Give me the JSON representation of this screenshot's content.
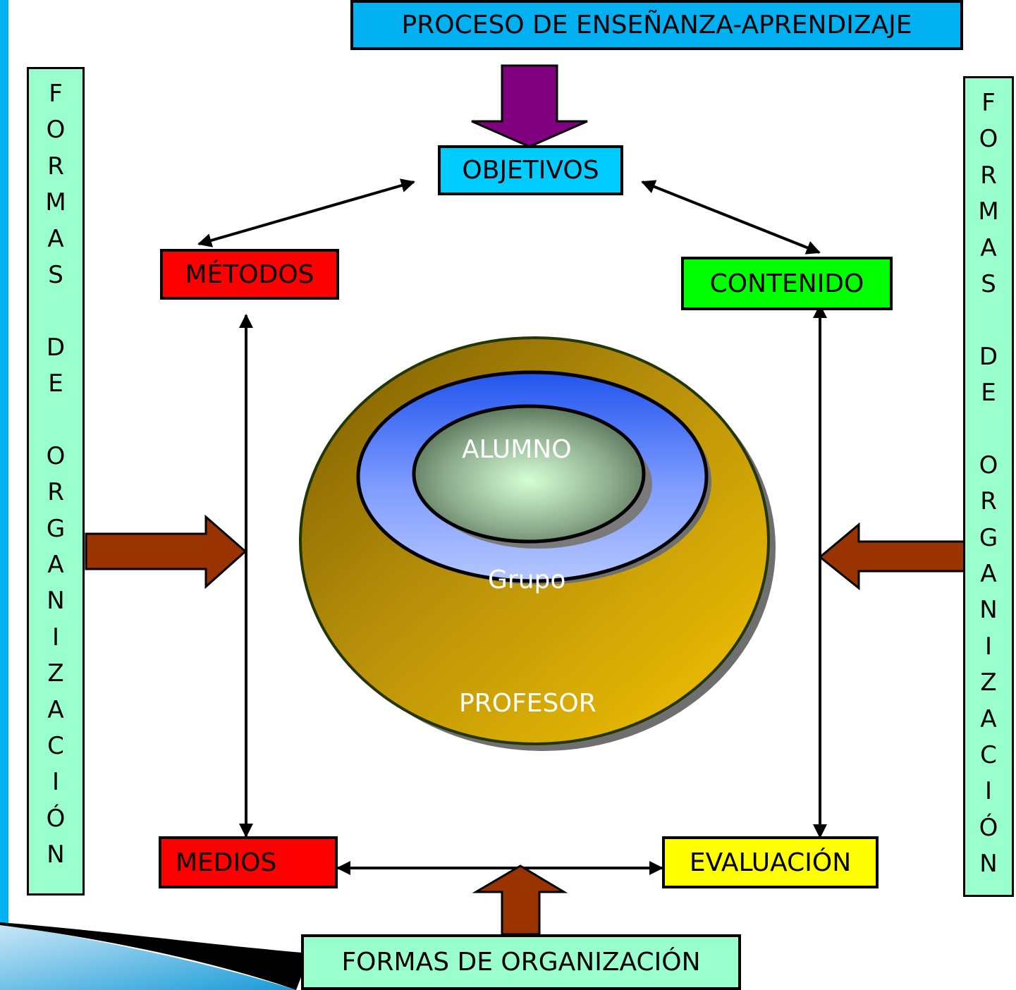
{
  "title": "PROCESO DE ENSEÑANZA-APRENDIZAJE",
  "nodes": {
    "objetivos": "OBJETIVOS",
    "metodos": "MÉTODOS",
    "contenido": "CONTENIDO",
    "medios": "MEDIOS",
    "evaluacion": "EVALUACIÓN"
  },
  "rings": {
    "outer": "PROFESOR",
    "middle": "Grupo",
    "inner": "ALUMNO"
  },
  "side_label": [
    "F",
    "O",
    "R",
    "M",
    "A",
    "S",
    "",
    "D",
    "E",
    "",
    "O",
    "R",
    "G",
    "A",
    "N",
    "I",
    "Z",
    "A",
    "C",
    "I",
    "Ó",
    "N"
  ],
  "bottom_label": "FORMAS DE ORGANIZACIÓN",
  "colors": {
    "title_box": "#00b0f0",
    "objetivos_box": "#00ccff",
    "metodos_box": "#ff0000",
    "contenido_box": "#00ff00",
    "medios_box": "#ff0000",
    "evaluacion_box": "#ffff00",
    "organizacion_box": "#99ffcc",
    "top_arrow": "#800080",
    "side_arrows": "#993300",
    "left_accent_bar": "#00b0f0"
  }
}
